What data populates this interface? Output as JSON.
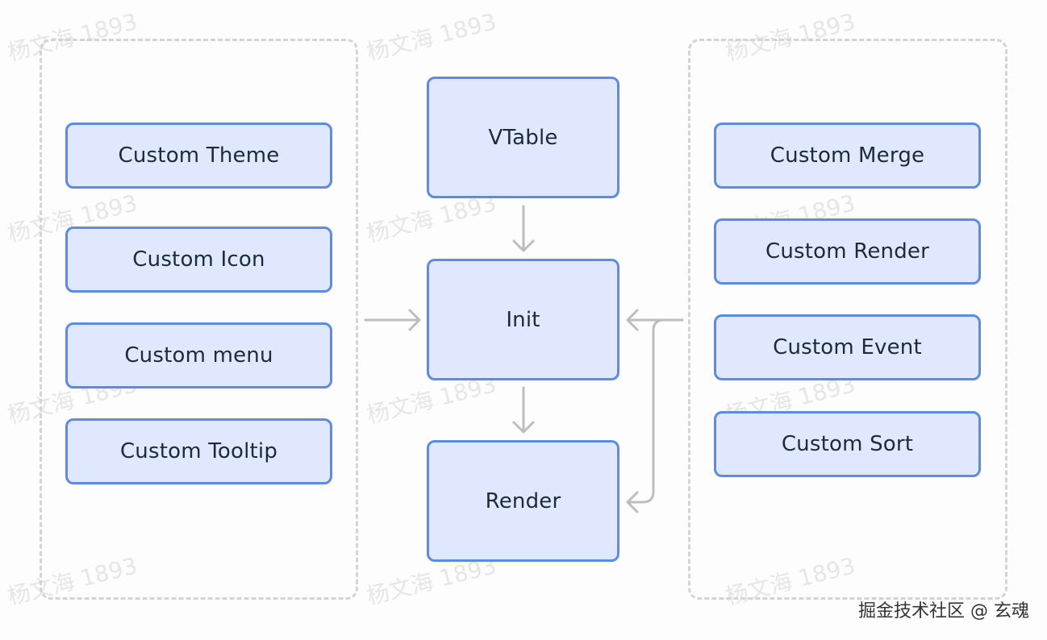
{
  "watermark": "杨文海 1893",
  "left_group": {
    "items": [
      "Custom Theme",
      "Custom Icon",
      "Custom menu",
      "Custom Tooltip"
    ]
  },
  "center": {
    "vtable": "VTable",
    "init": "Init",
    "render": "Render"
  },
  "right_group": {
    "items": [
      "Custom Merge",
      "Custom Render",
      "Custom Event",
      "Custom Sort"
    ]
  },
  "footer": "掘金技术社区 @ 玄魂",
  "colors": {
    "node_fill": "#dfe8ff",
    "node_border": "#5b8be3",
    "arrow": "#bdbdbd",
    "group_border": "#d4d4d4"
  }
}
